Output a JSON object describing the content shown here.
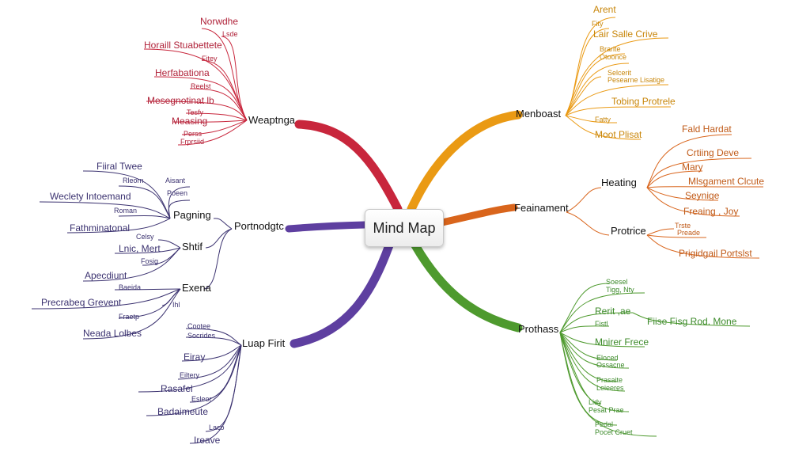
{
  "center": {
    "label": "Mind Map"
  },
  "colors": {
    "red": "#c8263c",
    "orange": "#ea9a14",
    "rust": "#d9651c",
    "purple": "#5e3fa0",
    "green": "#4e9a2e"
  },
  "branches": {
    "red": {
      "label": "Weaptnga",
      "leaves": [
        "Norwdhe",
        "Lsde",
        "Horaill Stuabettete",
        "Fitey",
        "Herfabationa",
        "Reelst",
        "Mesegnotinat lb",
        "Tesfy",
        "Measing",
        "Perss",
        "Frprsiid"
      ]
    },
    "orange": {
      "label": "Menboast",
      "leaves": [
        "Arent",
        "Fity",
        "Lair Salle Crive",
        "Brarite",
        "Otoonce",
        "Selcerit",
        "Pesearne Lisatige",
        "Tobing Protrele",
        "Fatty",
        "Moot Plisat"
      ]
    },
    "rust": {
      "label": "Feainament",
      "sub1": {
        "label": "Heating",
        "leaves": [
          "Fald Hardat",
          "Crtiing Deve",
          "Mary",
          "Mlsgament Clcute",
          "Seynige",
          "Freaing , Joy"
        ]
      },
      "sub2": {
        "label": "Protrice",
        "leaves": [
          "Trste",
          "Preade",
          "Prigidgail Portslst"
        ]
      }
    },
    "purple_top": {
      "label": "Portnodgtc",
      "sub1": {
        "label": "Pagning",
        "leaves": [
          "Fiiral Twee",
          "Rleorn",
          "Aisant",
          "Poeen",
          "Weclety Intoemand",
          "Roman",
          "Fathminatonal"
        ]
      },
      "sub2": {
        "label": "Shtif",
        "leaves": [
          "Celsy",
          "Lnic, Mert",
          "Fosig",
          "Apecdiunt"
        ]
      },
      "sub3": {
        "label": "Exena",
        "leaves": [
          "Baeida",
          "Precrabeq Grevent",
          "Ihl",
          "Fraetp",
          "Neada Lolbes"
        ]
      }
    },
    "purple_bottom": {
      "label": "Luap Firit",
      "leaves": [
        "Cootee",
        "Socrides",
        "Eiray",
        "Eiltery",
        "Rasafel",
        "Esleor",
        "Badaimeute",
        "Laco",
        "Ireave"
      ]
    },
    "green": {
      "label": "Prothass",
      "leaves": [
        "Soesel",
        "Tigg, Nty",
        "Rerit ,ae",
        "Fistl",
        "Fiise Fisg Rod. Mone",
        "Mnirer Frece",
        "Eloced",
        "Ossacne",
        "Prasaite",
        "Leieeres",
        "Lidy",
        "Pesat Prae",
        "Pedal",
        "Pocet Cruet"
      ]
    }
  }
}
